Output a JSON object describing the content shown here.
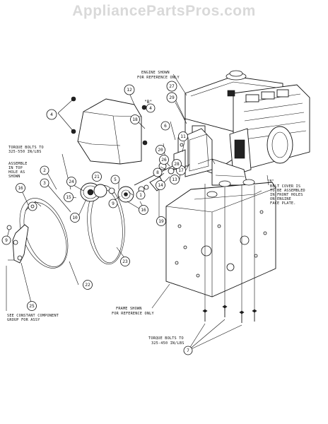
{
  "watermark": "AppliancePartsPros.com",
  "notes": {
    "engine_1": "ENGINE SHOWN",
    "engine_2": "FOR REFERENCE ONLY",
    "torque_top_1": "TORQUE BOLTS TO",
    "torque_top_2": "325-550 IN/LBS",
    "assemble_1": "ASSEMBLE",
    "assemble_2": "IN TOP",
    "assemble_3": "HOLE AS",
    "assemble_4": "SHOWN",
    "belt_b": "\"B\"",
    "belt_cover_1": "BELT COVER IS",
    "belt_cover_2": "TO BE ASSEMBLED",
    "belt_cover_3": "IN FRONT HOLES",
    "belt_cover_4": "ON ENGINE",
    "belt_cover_5": "FACE PLATE.",
    "frame_1": "FRAME SHOWN",
    "frame_2": "FOR REFERENCE ONLY",
    "torque_bottom_1": "TORQUE BOLTS TO",
    "torque_bottom_2": "325-450 IN/LBS",
    "constant_1": "SEE CONSTANT COMPONENT",
    "constant_2": "GROUP FOR ASSY",
    "b_marker": "\"B\""
  },
  "callouts": [
    "1",
    "2",
    "3",
    "4",
    "5",
    "6",
    "7",
    "8",
    "9",
    "10",
    "11",
    "12",
    "13",
    "14",
    "15",
    "16",
    "17",
    "18",
    "19",
    "20",
    "21",
    "22",
    "23",
    "24",
    "25",
    "26",
    "27",
    "28",
    "29"
  ]
}
